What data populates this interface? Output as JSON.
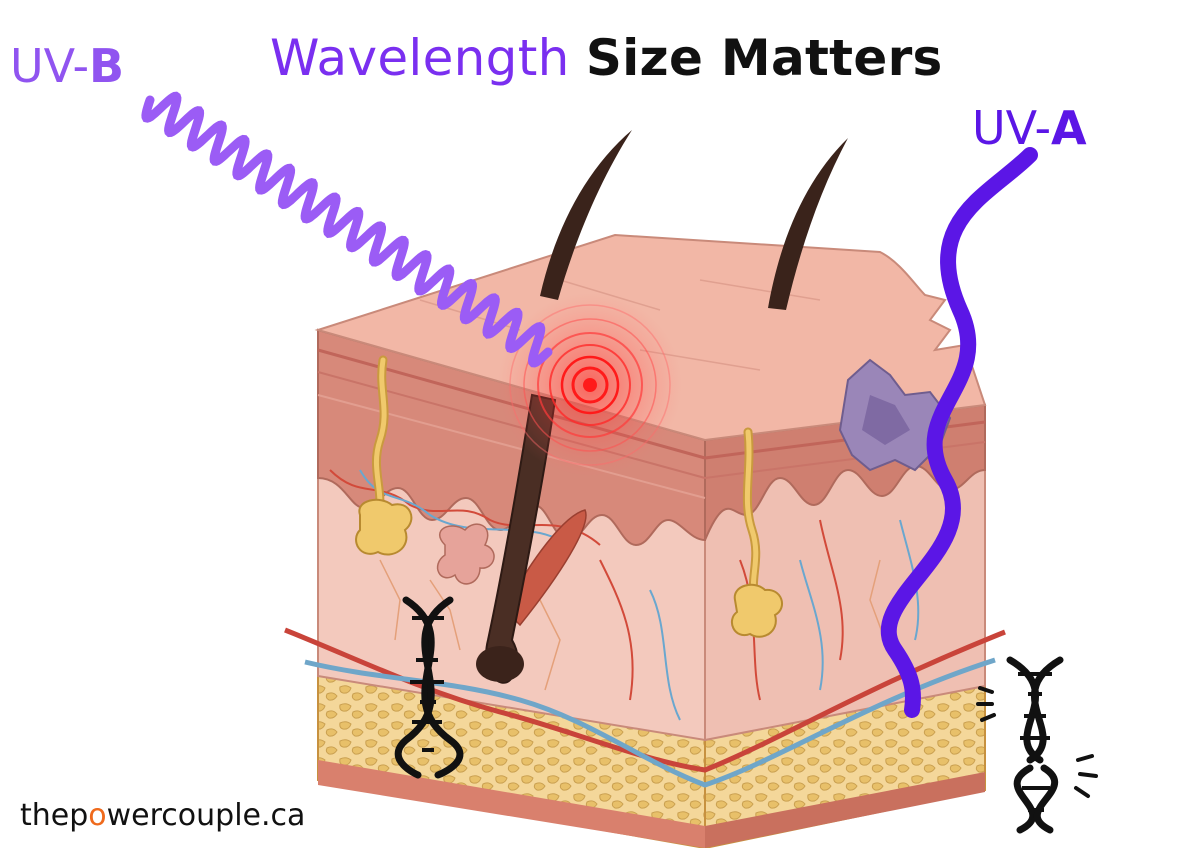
{
  "title": {
    "part1": "Wavelength",
    "part2": "Size Matters"
  },
  "labels": {
    "uvb": {
      "prefix": "UV-",
      "letter": "B"
    },
    "uva": {
      "prefix": "UV-",
      "letter": "A"
    }
  },
  "website": {
    "before": "thep",
    "highlight": "o",
    "after": "wercouple.ca"
  },
  "colors": {
    "uvb_wave": "#9b5cf5",
    "uva_wave": "#5b16e6",
    "title_accent": "#7a2ff0",
    "title_dark": "#111111",
    "site_highlight": "#ef6a1c",
    "burn_spot": "#ff2a2a"
  },
  "icons": [
    "dna-helix-icon",
    "damaged-dna-icon",
    "sunburn-target-icon",
    "hair-icon"
  ]
}
